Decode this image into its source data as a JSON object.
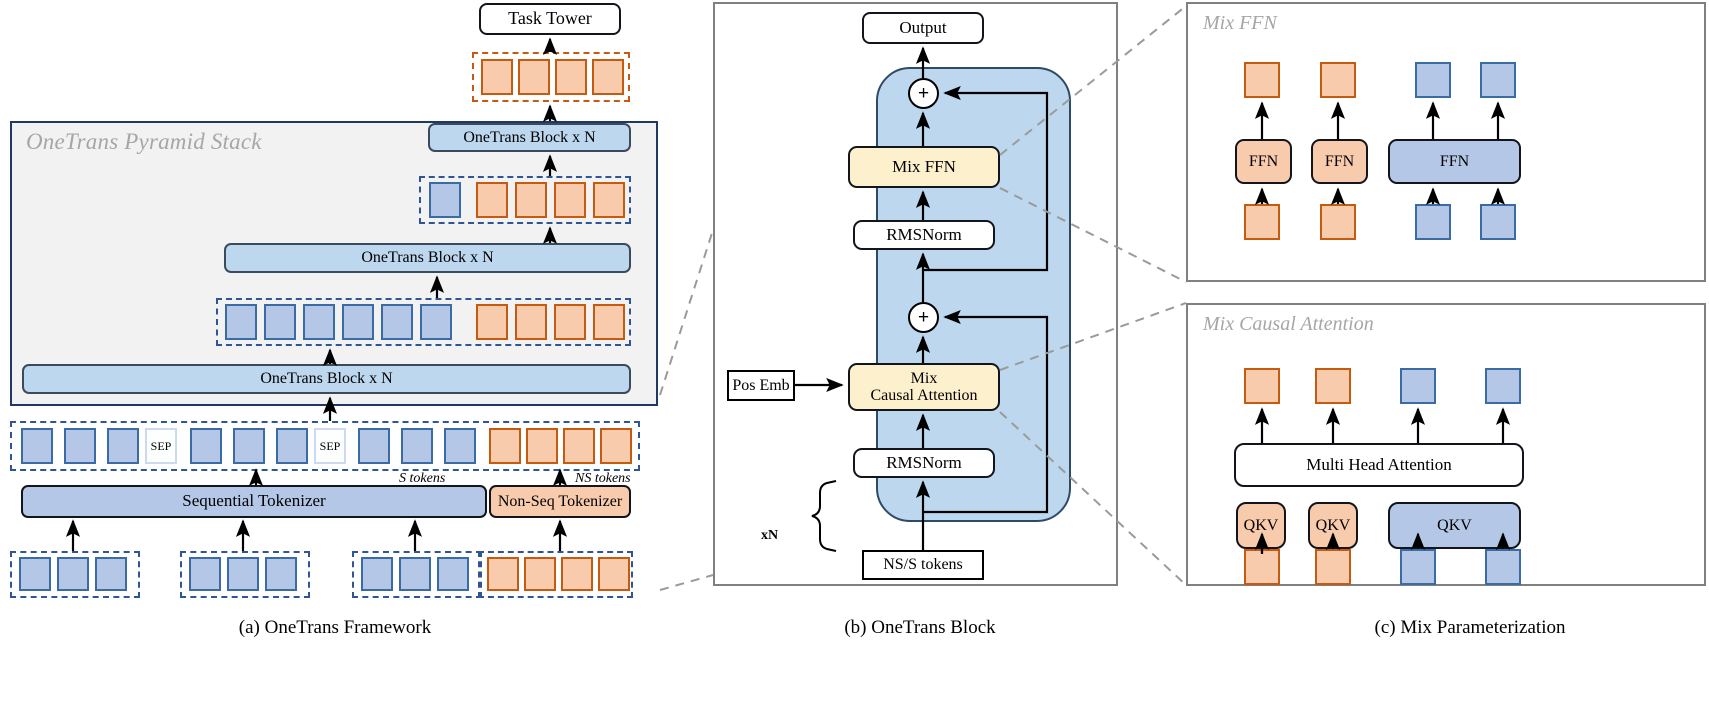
{
  "figure": {
    "captions": [
      {
        "id": "a",
        "text": "(a) OneTrans Framework"
      },
      {
        "id": "b",
        "text": "(b) OneTrans Block"
      },
      {
        "id": "c",
        "text": "(c) Mix Parameterization"
      }
    ]
  },
  "panel_a": {
    "stack_title": "OneTrans Pyramid Stack",
    "task_tower": "Task Tower",
    "block_label": "OneTrans Block x N",
    "blocks": [
      {
        "label": "OneTrans Block x N"
      },
      {
        "label": "OneTrans Block x N"
      },
      {
        "label": "OneTrans Block x N"
      }
    ],
    "sep_label": "SEP",
    "sequential_tokenizer": "Sequential Tokenizer",
    "nonseq_tokenizer": "Non-Seq Tokenizer",
    "s_tokens_label": "S tokens",
    "ns_tokens_label": "NS tokens",
    "token_rows": {
      "top_output": {
        "orange": 4,
        "dash_color": "#c55a11"
      },
      "level3": {
        "blue": 1,
        "orange": 4,
        "dash_color": "#2f5597"
      },
      "level2": {
        "blue": 6,
        "orange": 4,
        "dash_color": "#2f5597"
      },
      "level1": {
        "blue_before_sep1": 3,
        "blue_between_seps": 3,
        "blue_after_sep2": 3,
        "orange": 4,
        "seps": 2,
        "dash_color": "#2f5597"
      }
    },
    "input_groups": [
      {
        "type": "blue",
        "count": 3
      },
      {
        "type": "blue",
        "count": 3
      },
      {
        "type": "blue",
        "count": 3
      },
      {
        "type": "orange",
        "count": 4
      }
    ]
  },
  "panel_b": {
    "output": "Output",
    "mix_ffn": "Mix FFN",
    "rmsnorm_top": "RMSNorm",
    "mix_causal_attention": "Mix\nCausal Attention",
    "mix_causal_attention_line1": "Mix",
    "mix_causal_attention_line2": "Causal Attention",
    "rmsnorm_bottom": "RMSNorm",
    "pos_emb": "Pos Emb",
    "input_tokens": "NS/S tokens",
    "repeat_label": "xN",
    "plus_symbol": "+"
  },
  "panel_c": {
    "mix_ffn": {
      "title": "Mix FFN",
      "modules": [
        {
          "label": "FFN",
          "color": "orange",
          "inputs": 1
        },
        {
          "label": "FFN",
          "color": "orange",
          "inputs": 1
        },
        {
          "label": "FFN",
          "color": "blue",
          "inputs": 2
        }
      ],
      "output_tokens": [
        "orange",
        "orange",
        "blue",
        "blue"
      ],
      "input_tokens": [
        "orange",
        "orange",
        "blue",
        "blue"
      ]
    },
    "mix_causal_attention": {
      "title": "Mix Causal Attention",
      "attention_label": "Multi Head Attention",
      "modules": [
        {
          "label": "QKV",
          "color": "orange",
          "inputs": 1
        },
        {
          "label": "QKV",
          "color": "orange",
          "inputs": 1
        },
        {
          "label": "QKV",
          "color": "blue",
          "inputs": 2
        }
      ],
      "output_tokens": [
        "orange",
        "orange",
        "blue",
        "blue"
      ],
      "input_tokens": [
        "orange",
        "orange",
        "blue",
        "blue"
      ]
    }
  },
  "colors": {
    "blue_fill": "#b4c7e7",
    "blue_border": "#3b6ba5",
    "orange_fill": "#f8cbad",
    "orange_border": "#c55a11",
    "yellow_fill": "#fdf0cd",
    "lightblue_fill": "#bdd7ee",
    "stack_bg": "#f2f2f2",
    "stack_border": "#1f3864",
    "panel_border": "#808080",
    "title_gray": "#a6a6a6"
  }
}
